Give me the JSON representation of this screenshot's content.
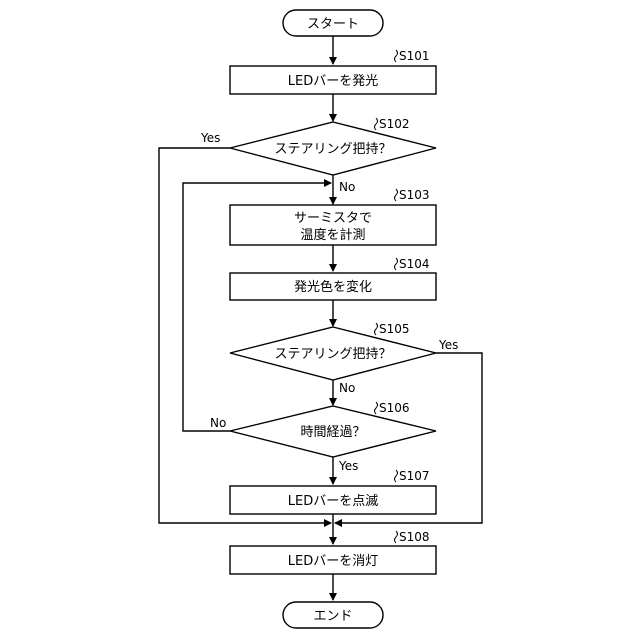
{
  "flowchart": {
    "start": "スタート",
    "end": "エンド",
    "s101": {
      "step": "S101",
      "text": "LEDバーを発光"
    },
    "s102": {
      "step": "S102",
      "text": "ステアリング把持？",
      "yes": "Yes",
      "no": "No"
    },
    "s103": {
      "step": "S103",
      "line1": "サーミスタで",
      "line2": "温度を計測"
    },
    "s104": {
      "step": "S104",
      "text": "発光色を変化"
    },
    "s105": {
      "step": "S105",
      "text": "ステアリング把持？",
      "yes": "Yes",
      "no": "No"
    },
    "s106": {
      "step": "S106",
      "text": "時間経過？",
      "yes": "Yes",
      "no": "No"
    },
    "s107": {
      "step": "S107",
      "text": "LEDバーを点滅"
    },
    "s108": {
      "step": "S108",
      "text": "LEDバーを消灯"
    }
  }
}
